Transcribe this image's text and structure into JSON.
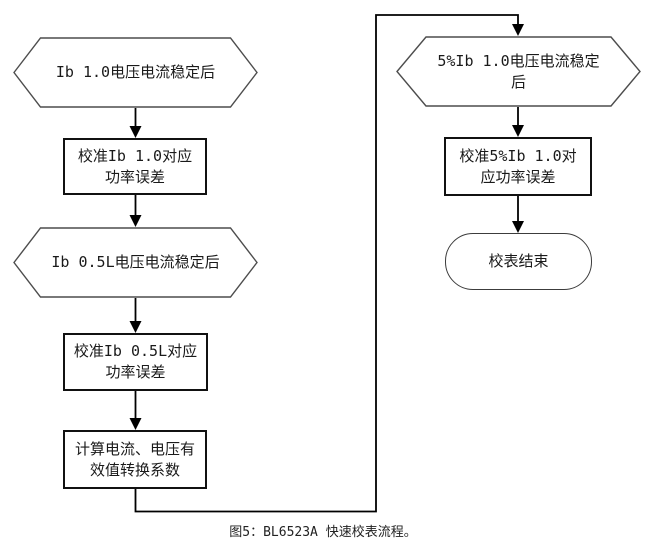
{
  "figure": {
    "caption": "图5：BL6523A 快速校表流程。"
  },
  "flowchart": {
    "hex_ib10": {
      "type": "preparation",
      "line1": "Ib 1.0电压电流稳定后"
    },
    "box_cal_ib10": {
      "type": "process",
      "line1": "校准Ib 1.0对应",
      "line2": "功率误差"
    },
    "hex_ib05l": {
      "type": "preparation",
      "line1": "Ib 0.5L电压电流稳定后"
    },
    "box_cal_ib05l": {
      "type": "process",
      "line1": "校准Ib 0.5L对应",
      "line2": "功率误差"
    },
    "box_calc_coeff": {
      "type": "process",
      "line1": "计算电流、电压有",
      "line2": "效值转换系数"
    },
    "hex_5ib10": {
      "type": "preparation",
      "line1": "5%Ib 1.0电压电流稳定",
      "line2": "后"
    },
    "box_cal_5ib10": {
      "type": "process",
      "line1": "校准5%Ib 1.0对",
      "line2": "应功率误差"
    },
    "end_terminator": {
      "type": "terminator",
      "line1": "校表结束"
    }
  }
}
